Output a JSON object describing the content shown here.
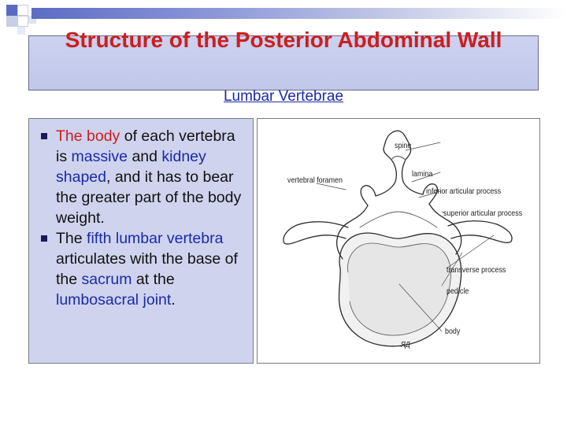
{
  "slide": {
    "title": "Structure of the Posterior Abdominal Wall",
    "subtitle": "Lumbar Vertebrae"
  },
  "bullets": [
    {
      "parts": [
        {
          "text": "The body",
          "color": "red"
        },
        {
          "text": " of each vertebra is ",
          "color": "black"
        },
        {
          "text": "massive",
          "color": "blue"
        },
        {
          "text": " and ",
          "color": "black"
        },
        {
          "text": "kidney shaped",
          "color": "blue"
        },
        {
          "text": ", and it has to bear the greater part of the body weight.",
          "color": "black"
        }
      ]
    },
    {
      "parts": [
        {
          "text": "The ",
          "color": "black"
        },
        {
          "text": "fifth lumbar vertebra",
          "color": "blue"
        },
        {
          "text": " articulates with the base of the ",
          "color": "black"
        },
        {
          "text": "sacrum",
          "color": "blue"
        },
        {
          "text": " at the ",
          "color": "black"
        },
        {
          "text": "lumbosacral joint",
          "color": "blue"
        },
        {
          "text": ".",
          "color": "black"
        }
      ]
    }
  ],
  "figure": {
    "labels": {
      "spine": "spine",
      "lamina": "lamina",
      "vertebral_foramen": "vertebral foramen",
      "inferior_articular_process": "inferior articular process",
      "superior_articular_process": "superior articular process",
      "transverse_process": "transverse process",
      "pedicle": "pedicle",
      "body": "body"
    },
    "signature": "ЯД"
  },
  "colors": {
    "title": "#cc1f1f",
    "subtitle": "#1a2aa8",
    "red": "#cc1f1f",
    "blue": "#1a2aa8",
    "black": "#111111",
    "title_box": "#c4cbec",
    "text_box": "#cfd3ee"
  }
}
